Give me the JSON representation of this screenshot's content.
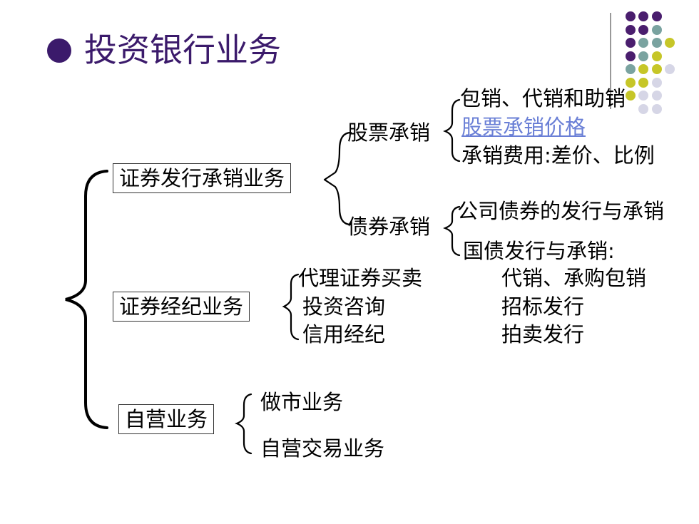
{
  "title": "投资银行业务",
  "colors": {
    "title": "#3b1a6b",
    "link": "#6a7fd6",
    "dot_purple": "#4a1e6e",
    "dot_teal": "#7aa3a0",
    "dot_yellow": "#c6c628",
    "dot_light": "#d6d6e6"
  },
  "level1": [
    {
      "label": "证券发行承销业务"
    },
    {
      "label": "证券经纪业务"
    },
    {
      "label": "自营业务"
    }
  ],
  "stock": {
    "label": "股票承销",
    "items": [
      "包销、代销和助销",
      "股票承销价格",
      "承销费用:差价、比例"
    ]
  },
  "bond": {
    "label": "债券承销",
    "items": [
      "公司债券的发行与承销",
      "国债发行与承销:"
    ]
  },
  "brokerage": {
    "items": [
      "代理证券买卖",
      "投资咨询",
      "信用经纪"
    ],
    "side": [
      "代销、承购包销",
      "招标发行",
      "拍卖发行"
    ]
  },
  "proprietary": {
    "items": [
      "做市业务",
      "自营交易业务"
    ]
  }
}
